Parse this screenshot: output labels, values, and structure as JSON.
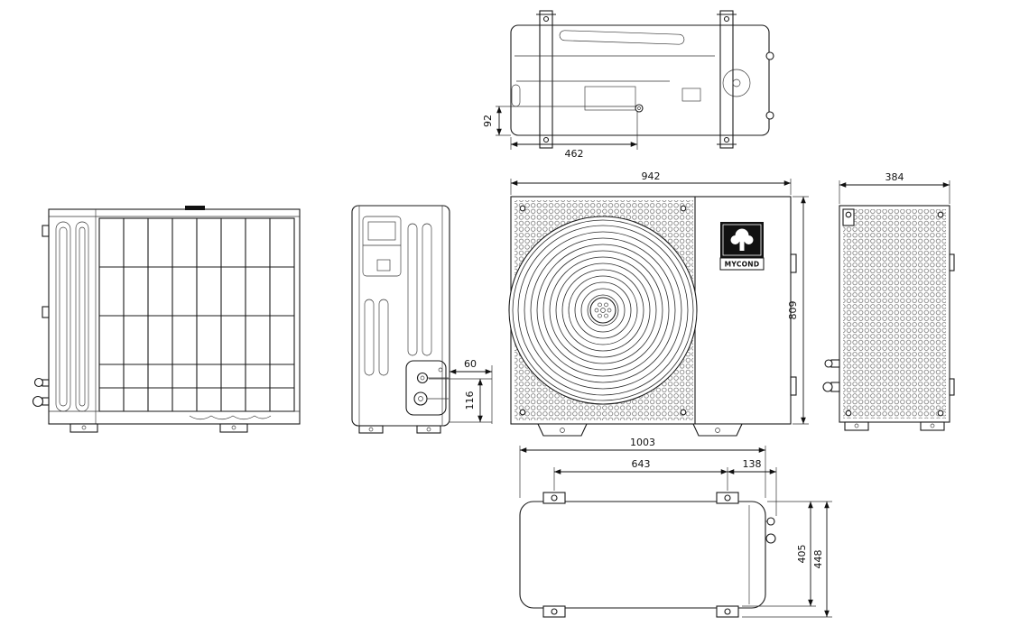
{
  "drawing": {
    "brand": "MYCOND",
    "dims": {
      "top_offset": "92",
      "top_drain": "462",
      "front_width": "942",
      "front_height": "809",
      "side_depth": "384",
      "pipe_offset": "60",
      "pipe_height": "116",
      "bottom_width": "1003",
      "foot_span": "643",
      "foot_edge": "138",
      "depth_inner": "405",
      "depth_overall": "448"
    }
  }
}
